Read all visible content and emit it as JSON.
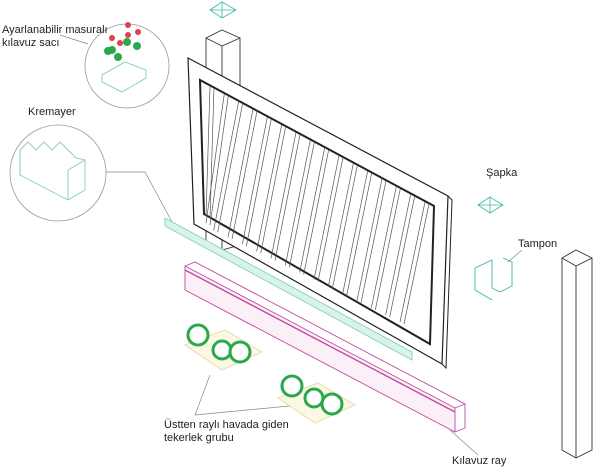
{
  "labels": {
    "guide_plate_line1": "Ayarlanabilir masuralı",
    "guide_plate_line2": "kılavuz sacı",
    "rack": "Kremayer",
    "cap": "Şapka",
    "bumper": "Tampon",
    "wheel_group_line1": "Üstten raylı havada giden",
    "wheel_group_line2": "tekerlek grubu",
    "guide_rail": "Kılavuz ray"
  },
  "colors": {
    "line": "#333333",
    "rack_green": "#7fd3b8",
    "wheel_green": "#2aa84a",
    "rail_magenta": "#c04aa0",
    "base_yellow": "#e6d7a0",
    "roller_red": "#e04050",
    "cap_teal": "#3cb6a8"
  }
}
